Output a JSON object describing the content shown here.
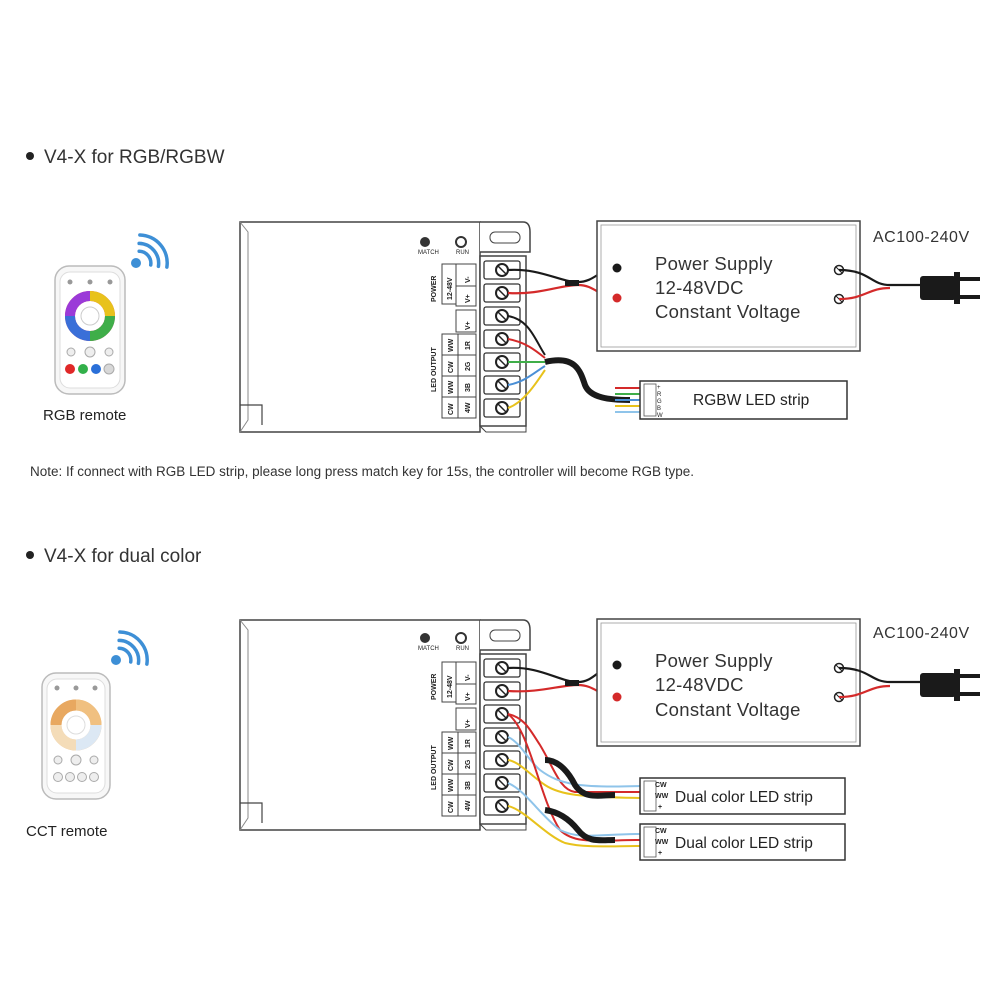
{
  "sections": [
    {
      "title": "V4-X for RGB/RGBW",
      "remote_label": "RGB remote",
      "remote_type": "rgb",
      "power_supply": {
        "line1": "Power Supply",
        "line2": "12-48VDC",
        "line3": "Constant Voltage"
      },
      "ac_label": "AC100-240V",
      "strips": [
        {
          "label": "RGBW LED strip",
          "pins": [
            "+",
            "R",
            "G",
            "B",
            "W"
          ]
        }
      ],
      "controller": {
        "buttons": [
          "MATCH",
          "RUN"
        ],
        "power_label": "POWER",
        "power_voltage": "12-48V",
        "power_pins": [
          "V-",
          "V+"
        ],
        "output_common": "V+",
        "output_label": "LED OUTPUT",
        "output_pins": [
          [
            "WW",
            "1R"
          ],
          [
            "CW",
            "2G"
          ],
          [
            "WW",
            "3B"
          ],
          [
            "CW",
            "4W"
          ]
        ]
      }
    },
    {
      "title": "V4-X for dual color",
      "remote_label": "CCT remote",
      "remote_type": "cct",
      "power_supply": {
        "line1": "Power Supply",
        "line2": "12-48VDC",
        "line3": "Constant Voltage"
      },
      "ac_label": "AC100-240V",
      "strips": [
        {
          "label": "Dual color LED strip",
          "pins": [
            "CW",
            "WW",
            "+"
          ]
        },
        {
          "label": "Dual color LED strip",
          "pins": [
            "CW",
            "WW",
            "+"
          ]
        }
      ],
      "controller": {
        "buttons": [
          "MATCH",
          "RUN"
        ],
        "power_label": "POWER",
        "power_voltage": "12-48V",
        "power_pins": [
          "V-",
          "V+"
        ],
        "output_common": "V+",
        "output_label": "LED OUTPUT",
        "output_pins": [
          [
            "WW",
            "1R"
          ],
          [
            "CW",
            "2G"
          ],
          [
            "WW",
            "3B"
          ],
          [
            "CW",
            "4W"
          ]
        ]
      }
    }
  ],
  "note": "Note: If connect with RGB LED strip, please long press match key for 15s, the controller will become RGB type.",
  "colors": {
    "wire_red": "#d42a2a",
    "wire_black": "#1a1a1a",
    "wire_yellow": "#e8c21c",
    "wire_green": "#3fae49",
    "wire_blue": "#4a8fd6",
    "wire_lightblue": "#8fc4ea"
  }
}
